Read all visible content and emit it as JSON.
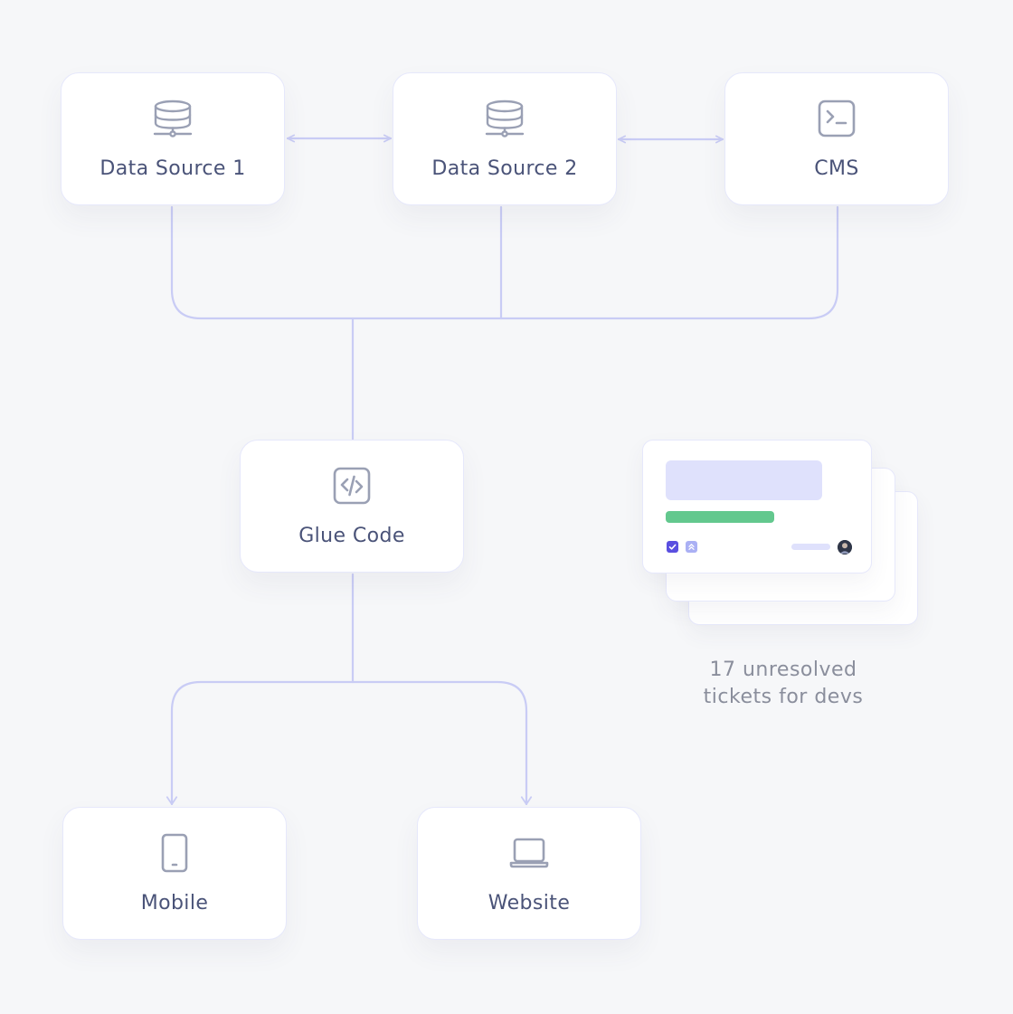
{
  "nodes": {
    "data_source_1": {
      "label": "Data Source 1",
      "icon": "database-icon"
    },
    "data_source_2": {
      "label": "Data Source 2",
      "icon": "database-icon"
    },
    "cms": {
      "label": "CMS",
      "icon": "terminal-icon"
    },
    "glue_code": {
      "label": "Glue Code",
      "icon": "code-icon"
    },
    "mobile": {
      "label": "Mobile",
      "icon": "mobile-phone-icon"
    },
    "website": {
      "label": "Website",
      "icon": "laptop-icon"
    }
  },
  "tickets": {
    "caption_line1": "17 unresolved",
    "caption_line2": "tickets for devs"
  },
  "colors": {
    "background": "#f6f7f9",
    "connector": "#c9ccf5",
    "icon": "#9aa0b4",
    "label": "#4a5378",
    "caption": "#8a8e9c",
    "ticket_title_bar": "#dfe1fc",
    "ticket_progress": "#63c88e",
    "ticket_checkbox": "#5a4fe0",
    "ticket_priority": "#aab0f4"
  }
}
